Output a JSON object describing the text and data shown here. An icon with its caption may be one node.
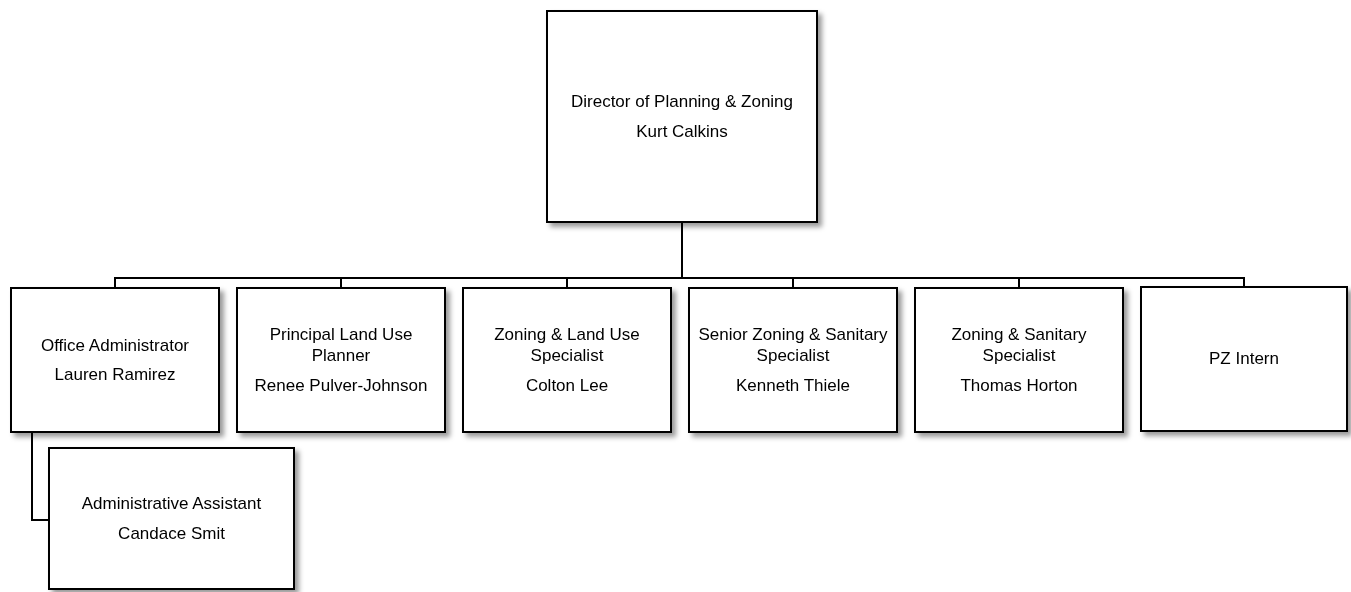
{
  "diagram": {
    "nodes": [
      {
        "text": [
          "Director of Planning & Zoning",
          "Kurt Calkins"
        ]
      },
      {
        "text": [
          "Office Administrator",
          "Lauren Ramirez"
        ]
      },
      {
        "text": [
          "Principal Land Use Planner",
          "Renee Pulver-Johnson"
        ]
      },
      {
        "text": [
          "Zoning & Land Use Specialist",
          "Colton Lee"
        ]
      },
      {
        "text": [
          "Senior Zoning & Sanitary Specialist",
          "Kenneth Thiele"
        ]
      },
      {
        "text": [
          "Zoning & Sanitary Specialist",
          "Thomas Horton"
        ]
      },
      {
        "text": [
          "PZ Intern"
        ]
      },
      {
        "text": [
          "Administrative Assistant",
          "Candace Smit"
        ]
      }
    ],
    "edges": [
      {
        "from": 0,
        "to": 1,
        "arrow": "none"
      },
      {
        "from": 0,
        "to": 2,
        "arrow": "none"
      },
      {
        "from": 0,
        "to": 3,
        "arrow": "none"
      },
      {
        "from": 0,
        "to": 4,
        "arrow": "none"
      },
      {
        "from": 0,
        "to": 5,
        "arrow": "none"
      },
      {
        "from": 0,
        "to": 6,
        "arrow": "none"
      },
      {
        "from": 1,
        "to": 7,
        "arrow": "none"
      }
    ]
  }
}
